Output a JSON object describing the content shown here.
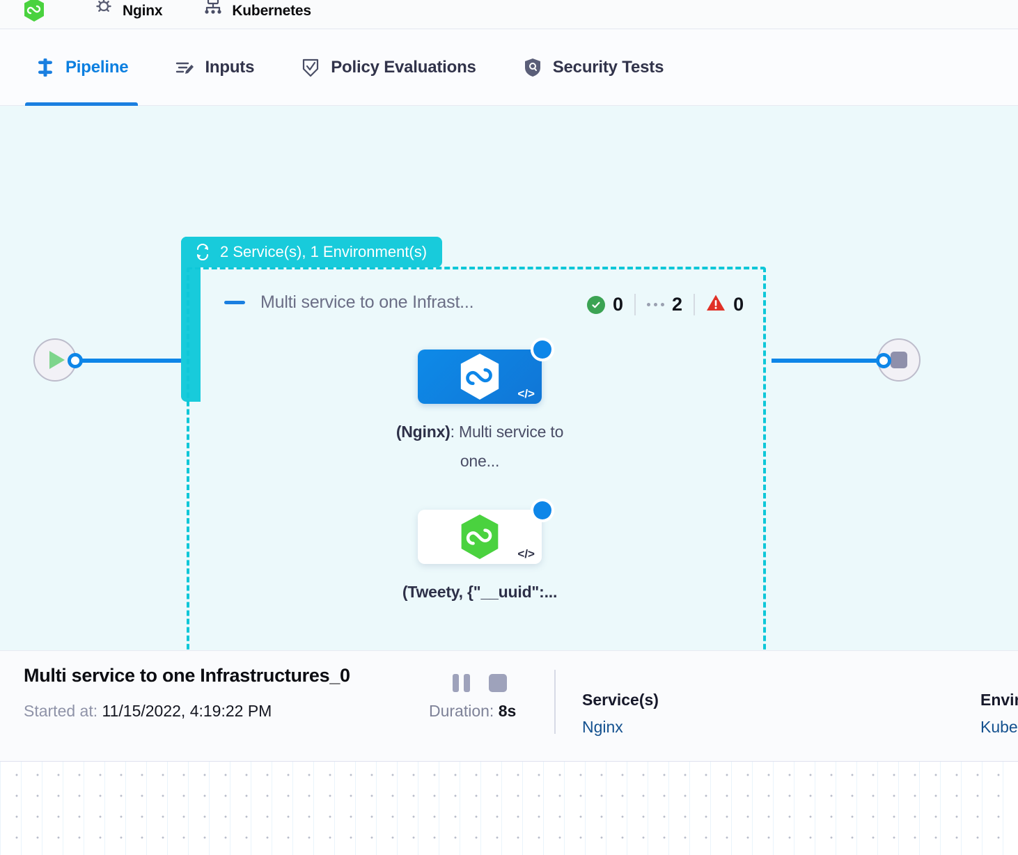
{
  "breadcrumbs": [
    {
      "icon": "harness-hexagon-logo-icon",
      "label": ""
    },
    {
      "icon": "gear-icon",
      "label": "Nginx"
    },
    {
      "icon": "kubernetes-icon",
      "label": "Kubernetes"
    }
  ],
  "tabs": [
    {
      "id": "pipeline",
      "label": "Pipeline",
      "icon": "pipeline-icon",
      "active": true
    },
    {
      "id": "inputs",
      "label": "Inputs",
      "icon": "inputs-icon",
      "active": false
    },
    {
      "id": "policy-evaluations",
      "label": "Policy Evaluations",
      "icon": "policy-shield-check-icon",
      "active": false
    },
    {
      "id": "security-tests",
      "label": "Security Tests",
      "icon": "security-shield-icon",
      "active": false
    }
  ],
  "canvas": {
    "start_node": {
      "icon": "play-icon",
      "name": "start-node"
    },
    "end_node": {
      "icon": "stop-icon",
      "name": "end-node"
    },
    "group": {
      "banner_label": "2 Service(s), 1 Environment(s)",
      "banner_icon": "loop-repeat-icon",
      "stage_title": "Multi service to one Infrast...",
      "collapse_icon": "minus-collapse-icon",
      "counts": {
        "success": "0",
        "pending": "2",
        "failed": "0"
      },
      "nodes": [
        {
          "id": "node-nginx",
          "label_bold": "(Nginx)",
          "label_rest": ": Multi service to one...",
          "status": "running",
          "selected": true,
          "code_glyph": "</>",
          "logo": "harness-hexagon-white-icon"
        },
        {
          "id": "node-tweety",
          "label_bold": "(Tweety, {\"__uuid\":...",
          "label_rest": "",
          "status": "running",
          "selected": false,
          "code_glyph": "</>",
          "logo": "harness-hexagon-green-icon"
        }
      ]
    }
  },
  "detail": {
    "title": "Multi service to one Infrastructures_0",
    "started_label": "Started at:",
    "started_value": "11/15/2022, 4:19:22 PM",
    "pause_icon": "pause-icon",
    "stop_icon": "stop-icon",
    "duration_label": "Duration:",
    "duration_value": "8s",
    "services_header": "Service(s)",
    "services_value": "Nginx",
    "environments_header": "Environment(s)",
    "environments_value": "Kubernetes"
  },
  "colors": {
    "accent_blue": "#0e86e8",
    "teal": "#18cbdb",
    "dashed_teal": "#0ec7d8",
    "canvas_bg": "#ecf9fb",
    "success_green": "#3ba353",
    "danger_red": "#e03127",
    "link_blue": "#14518f"
  }
}
